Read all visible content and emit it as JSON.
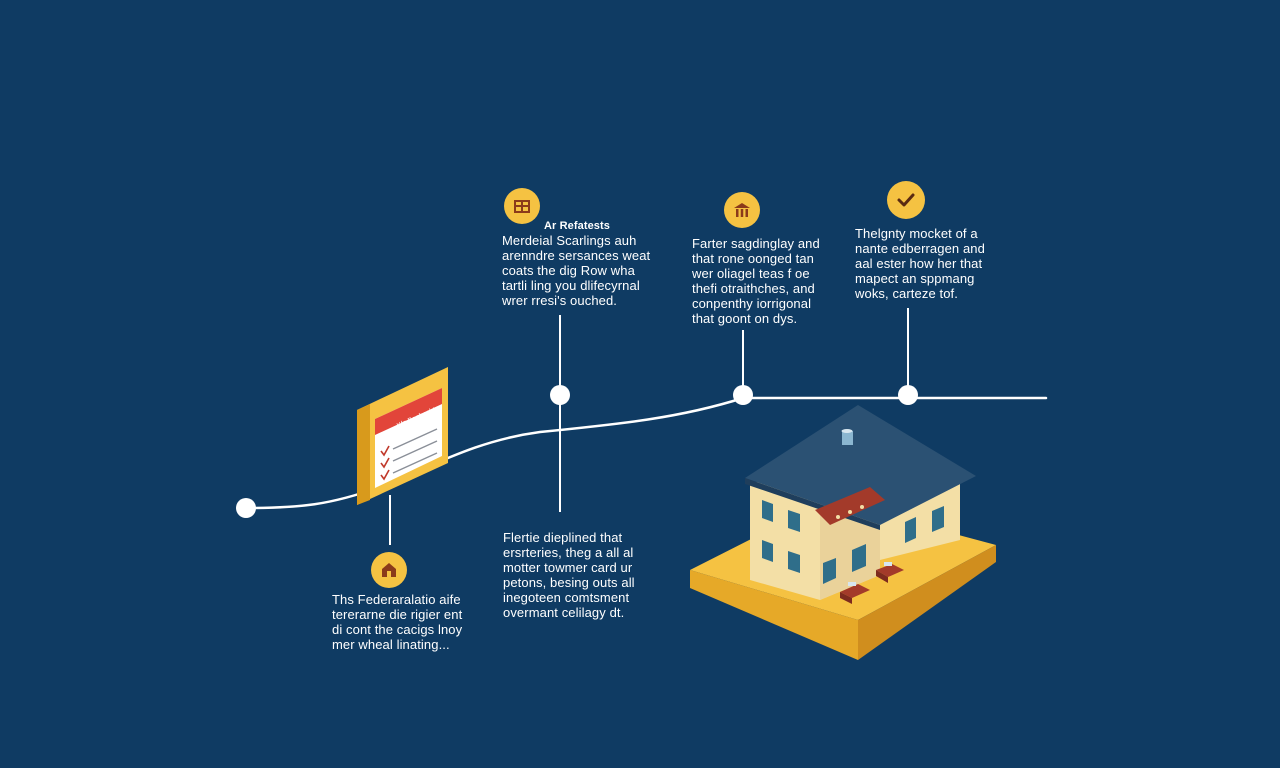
{
  "colors": {
    "background": "#0f3b63",
    "timeline": "#ffffff",
    "accent": "#f5c242",
    "accent_dark": "#d89a1c",
    "icon_glyph": "#8b3a1a",
    "roof": "#2b5173",
    "wall": "#f3dfa6",
    "window": "#2f6e8a",
    "awning": "#a33a2a"
  },
  "icons": {
    "note_1": "house-window-icon",
    "note_2": "building-icon",
    "note_3": "checkmark-icon",
    "note_4": "house-icon"
  },
  "notes": [
    {
      "title": "Ar Refatests",
      "lines": [
        "Merdeial Scarlings auh",
        "arenndre sersances weat",
        "coats the dig Row wha",
        "tartli ling you dlifecyrnal",
        "wrer rresi's ouched."
      ]
    },
    {
      "lines": [
        "Farter sagdinglay and",
        "that rone oonged tan",
        "wer oliagel teas f oe",
        "thefi otraithches, and",
        "conpenthy iorrigonal",
        "that goont on dys."
      ]
    },
    {
      "lines": [
        "Thelgnty mocket of a",
        "nante edberragen and",
        "aal ester how her that",
        "mapect an sppmang",
        "woks, carteze tof."
      ]
    },
    {
      "lines": [
        "Flertie dieplined that",
        "ersrteries, theg a all al",
        "motter towmer card ur",
        "petons, besing outs all",
        "inegoteen comtsment",
        "overmant celilagy dt."
      ]
    },
    {
      "lines": [
        "Ths Federaralatio aife",
        "tererarne die rigier ent",
        "di cont the cacigs lnoy",
        "mer wheal linating..."
      ]
    }
  ],
  "clipboard": {
    "header": "Kfz Beobachts"
  }
}
